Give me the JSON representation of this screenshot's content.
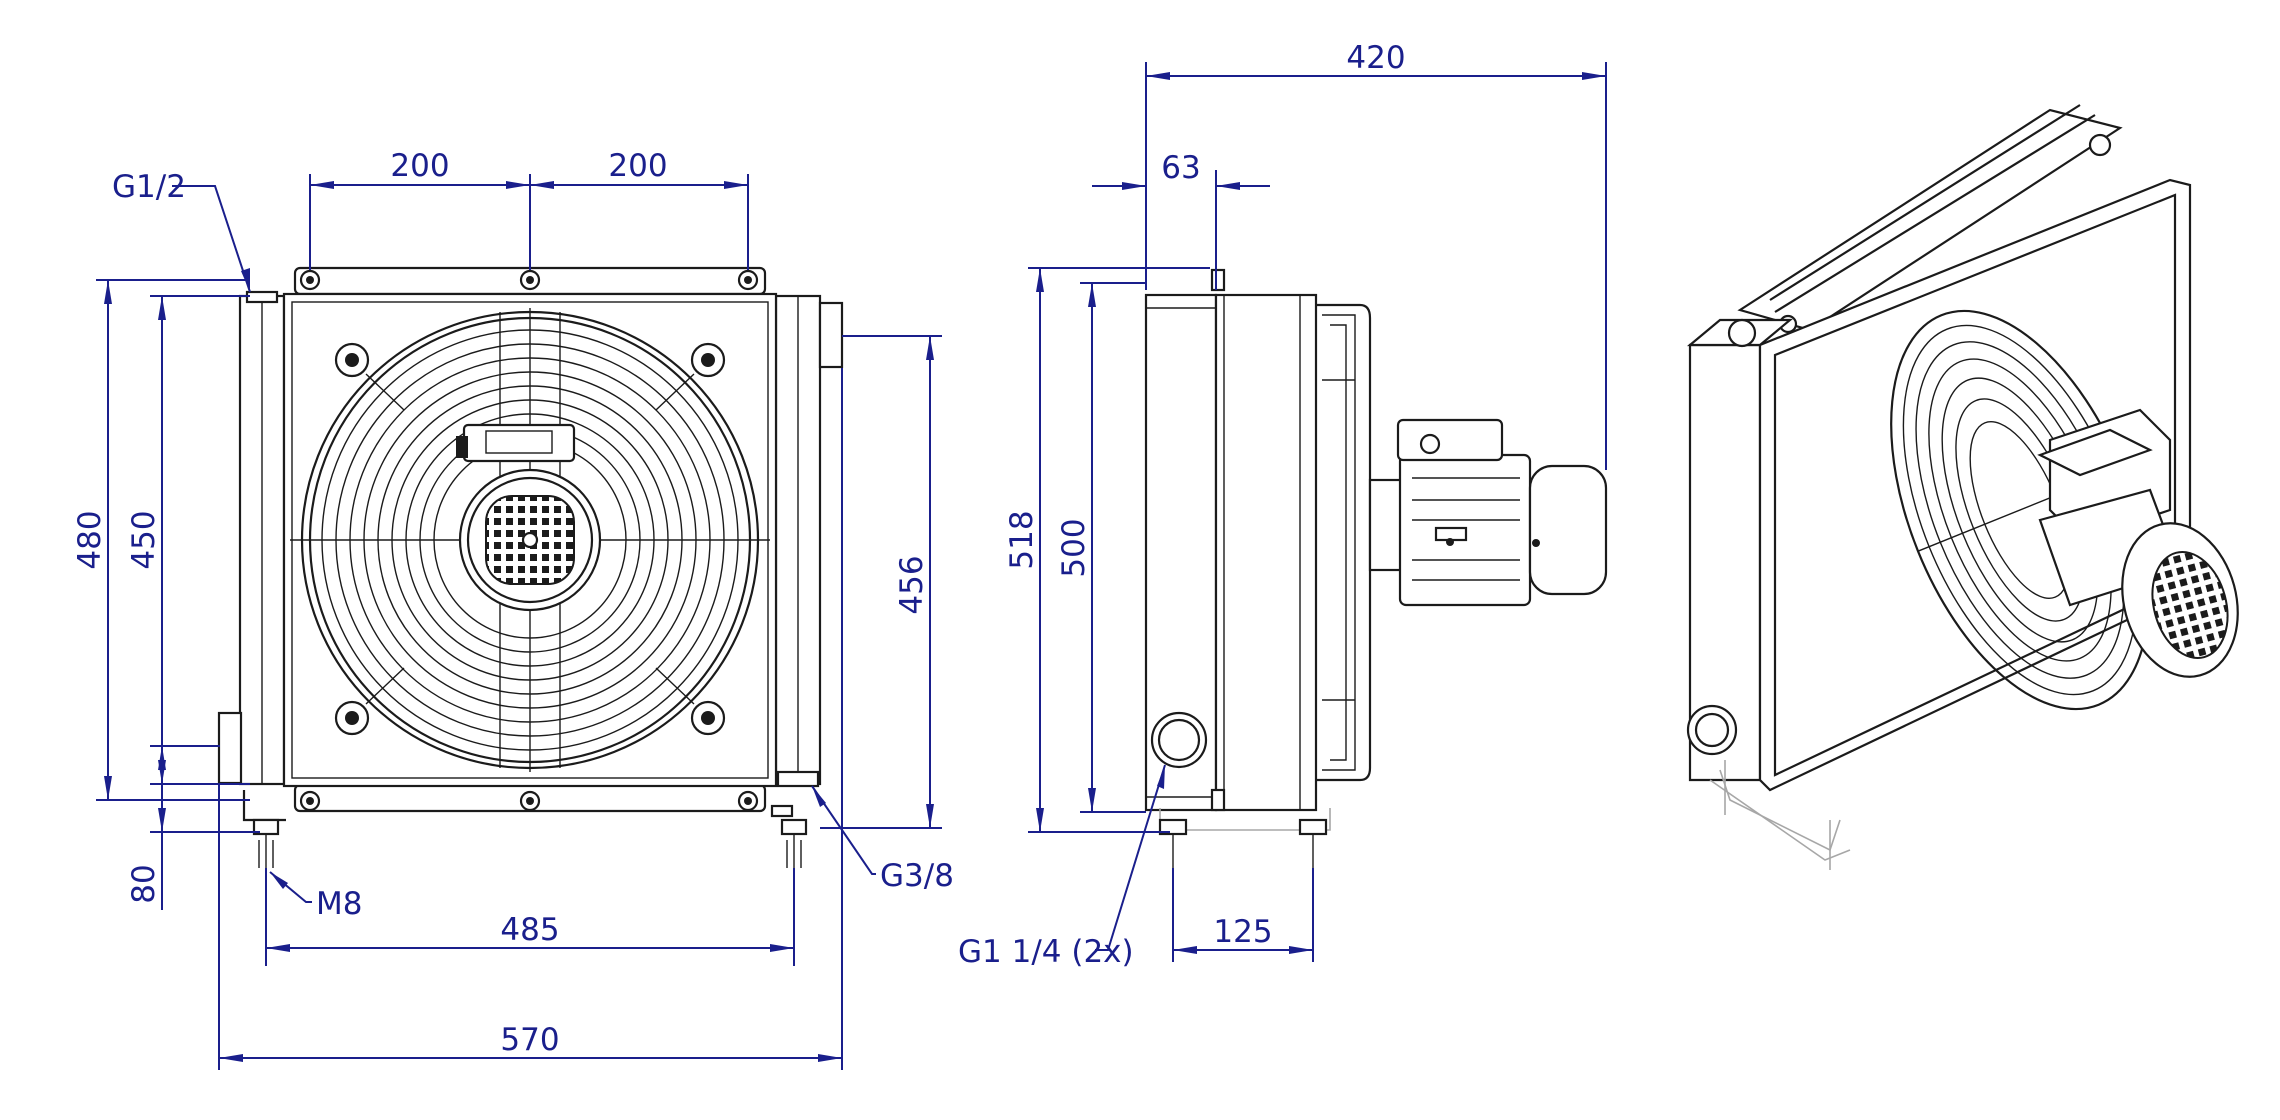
{
  "front_view": {
    "dim_hole_spacing_left": "200",
    "dim_hole_spacing_right": "200",
    "dim_height_outer": "480",
    "dim_height_inner": "450",
    "dim_foot_height": "80",
    "dim_port_spacing": "456",
    "dim_feet_spacing": "485",
    "dim_overall_width": "570",
    "label_top_port": "G1/2",
    "label_drain_port": "G3/8",
    "label_foot_bolt": "M8"
  },
  "side_view": {
    "dim_overall_depth": "420",
    "dim_core_depth": "63",
    "dim_overall_height": "518",
    "dim_core_height": "500",
    "dim_foot_spacing": "125",
    "label_main_ports": "G1 1/4 (2x)"
  },
  "colors": {
    "dimension": "#1a1f8c",
    "object": "#1b1b1b",
    "background": "#ffffff"
  }
}
